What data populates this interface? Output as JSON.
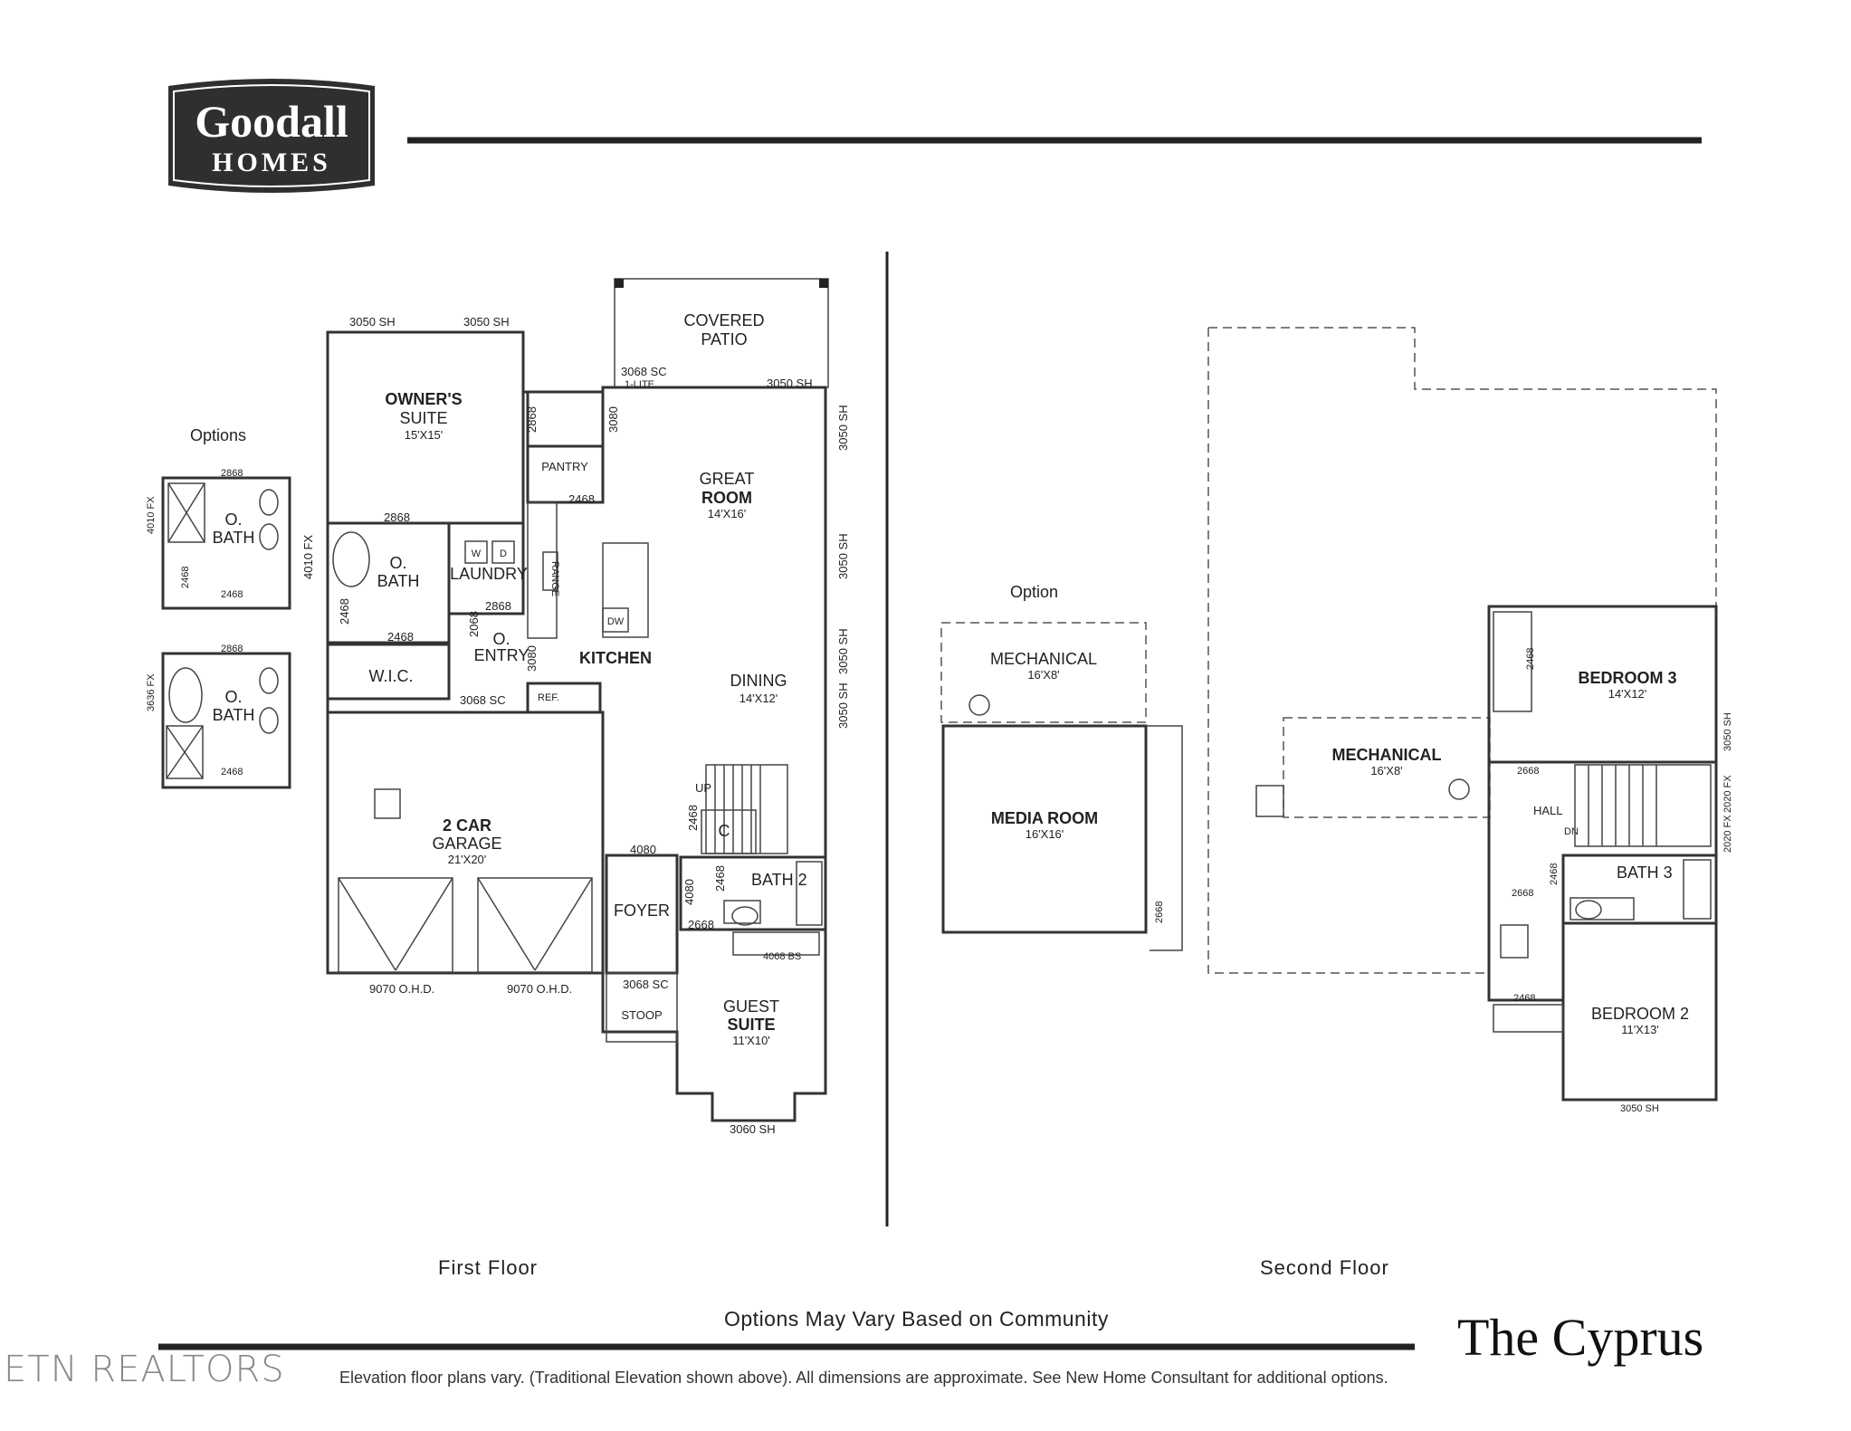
{
  "brand": {
    "name_line1": "Goodall",
    "name_line2": "HOMES"
  },
  "model_name": "The Cyprus",
  "captions": {
    "first_floor": "First Floor",
    "second_floor": "Second Floor"
  },
  "options_note": "Options May Vary Based on Community",
  "realtor_watermark": "ETN REALTORS",
  "disclaimer": "Elevation floor plans vary. (Traditional Elevation shown above). All dimensions are approximate. See New Home Consultant for additional options.",
  "first_floor": {
    "options_heading": "Options",
    "option_bath_a": {
      "room": "O.",
      "room2": "BATH",
      "dims": [
        "2868",
        "4010 FX",
        "2468",
        "2468"
      ]
    },
    "option_bath_b": {
      "room": "O.",
      "room2": "BATH",
      "dims": [
        "2868",
        "3636 FX",
        "2468"
      ]
    },
    "rooms": {
      "covered_patio": [
        "COVERED",
        "PATIO"
      ],
      "owners_suite": [
        "OWNER'S",
        "SUITE",
        "15'X15'"
      ],
      "great_room": [
        "GREAT",
        "ROOM",
        "14'X16'"
      ],
      "pantry": "PANTRY",
      "o_bath": [
        "O.",
        "BATH"
      ],
      "laundry": "LAUNDRY",
      "wic": "W.I.C.",
      "o_entry": [
        "O.",
        "ENTRY"
      ],
      "kitchen": "KITCHEN",
      "dining": [
        "DINING",
        "14'X12'"
      ],
      "ref": "REF.",
      "garage": [
        "2 CAR",
        "GARAGE",
        "21'X20'"
      ],
      "foyer": "FOYER",
      "stoop": "STOOP",
      "bath2": "BATH 2",
      "closet": "C",
      "guest_suite": [
        "GUEST",
        "SUITE",
        "11'X10'"
      ],
      "range": "RANGE",
      "dw": "DW",
      "w": "W",
      "d": "D",
      "up": "UP"
    },
    "dims": {
      "win1": "3050 SH",
      "win2": "3050 SH",
      "patio_door": "3068 SC",
      "patio_door2": "1-LITE",
      "patio_win": "3050 SH",
      "gr_win1": "3050 SH",
      "gr_win2": "3050 SH",
      "din_win1": "3050 SH",
      "din_win2": "3050 SH",
      "d2868a": "2868",
      "d3080a": "3080",
      "d2468p": "2468",
      "d2868b": "2868",
      "d4010": "4010 FX",
      "d2868c": "2868",
      "d2468a": "2468",
      "d2468b": "2468",
      "d2068": "2068",
      "d3080b": "3080",
      "d3068sc": "3068 SC",
      "d4080a": "4080",
      "d2468c": "2468",
      "d4080b": "4080",
      "d2468d": "2468",
      "d2668": "2668",
      "d4068bs": "4068 BS",
      "d3068sc2": "3068 SC",
      "ohd1": "9070 O.H.D.",
      "ohd2": "9070 O.H.D.",
      "guest_win": "3060 SH"
    }
  },
  "second_floor": {
    "option_heading": "Option",
    "rooms": {
      "opt_mechanical": [
        "MECHANICAL",
        "16'X8'"
      ],
      "media_room": [
        "MEDIA ROOM",
        "16'X16'"
      ],
      "mechanical": [
        "MECHANICAL",
        "16'X8'"
      ],
      "bedroom3": [
        "BEDROOM 3",
        "14'X12'"
      ],
      "hall": "HALL",
      "bath3": "BATH 3",
      "bedroom2": [
        "BEDROOM 2",
        "11'X13'"
      ],
      "dn": "DN"
    },
    "dims": {
      "d2668opt": "2668",
      "d2468b3": "2468",
      "win_b3": "3050 SH",
      "d2668h": "2668",
      "fx1": "2020 FX",
      "fx2": "2020 FX",
      "d2468bath": "2468",
      "d2668b": "2668",
      "d2468b2": "2468",
      "win_b2": "3050 SH"
    }
  }
}
